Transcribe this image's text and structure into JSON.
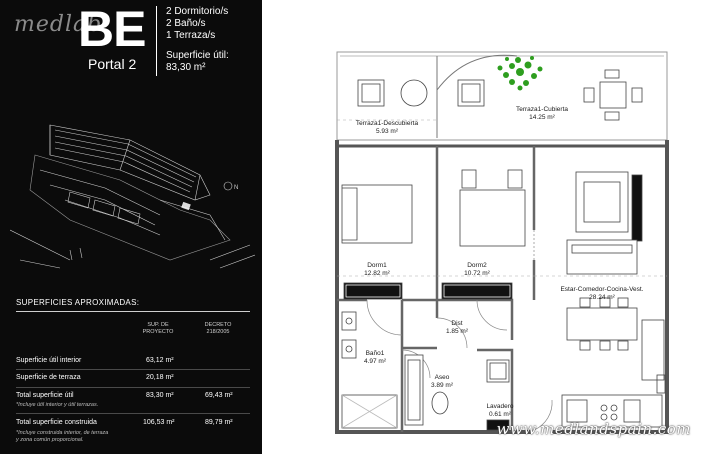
{
  "header": {
    "brand": "medlab",
    "unit_code": "BE",
    "portal": "Portal 2",
    "bedrooms": "2 Dormitorio/s",
    "bathrooms": "2 Baño/s",
    "terraces": "1 Terraza/s",
    "useful_area_label": "Superficie útil:",
    "useful_area_value": "83,30 m²"
  },
  "surfaces": {
    "title": "SUPERFICIES APROXIMADAS:",
    "col_project": [
      "SUP. DE",
      "PROYECTO"
    ],
    "col_decree": [
      "DECRETO",
      "218/2005"
    ],
    "rows": [
      {
        "label": "Superficie útil interior",
        "project": "63,12  m²",
        "decree": "",
        "note": ""
      },
      {
        "label": "Superficie de terraza",
        "project": "20,18 m²",
        "decree": "",
        "note": ""
      },
      {
        "label": "Total superficie útil",
        "project": "83,30 m²",
        "decree": "69,43 m²",
        "note": "*Incluye útil interior y útil terrazas."
      },
      {
        "label": "Total superficie construida",
        "project": "106,53 m²",
        "decree": "89,79 m²",
        "note": "*Incluye construida interior, de terraza y zona común proporcional."
      }
    ]
  },
  "rooms": {
    "terraza_descubierta": {
      "name": "Terraza1-Descubierta",
      "area": "5.93 m²"
    },
    "terraza_cubierta": {
      "name": "Terraza1-Cubierta",
      "area": "14.25 m²"
    },
    "dorm1": {
      "name": "Dorm1",
      "area": "12.82 m²"
    },
    "dorm2": {
      "name": "Dorm2",
      "area": "10.72 m²"
    },
    "estar": {
      "name": "Estar-Comedor-Cocina-Vest.",
      "area": "28.24 m²"
    },
    "dist": {
      "name": "Dist",
      "area": "1.85 m²"
    },
    "bano1": {
      "name": "Baño1",
      "area": "4.97 m²"
    },
    "aseo": {
      "name": "Aseo",
      "area": "3.89 m²"
    },
    "lavadero": {
      "name": "Lavadero",
      "area": "0.61 m²"
    }
  },
  "watermark": "www.medlandspain.com",
  "site_plan": {
    "north": "N"
  },
  "colors": {
    "panel": "#0b0b0b",
    "wall": "#555555",
    "plant": "#2e9e1f"
  }
}
